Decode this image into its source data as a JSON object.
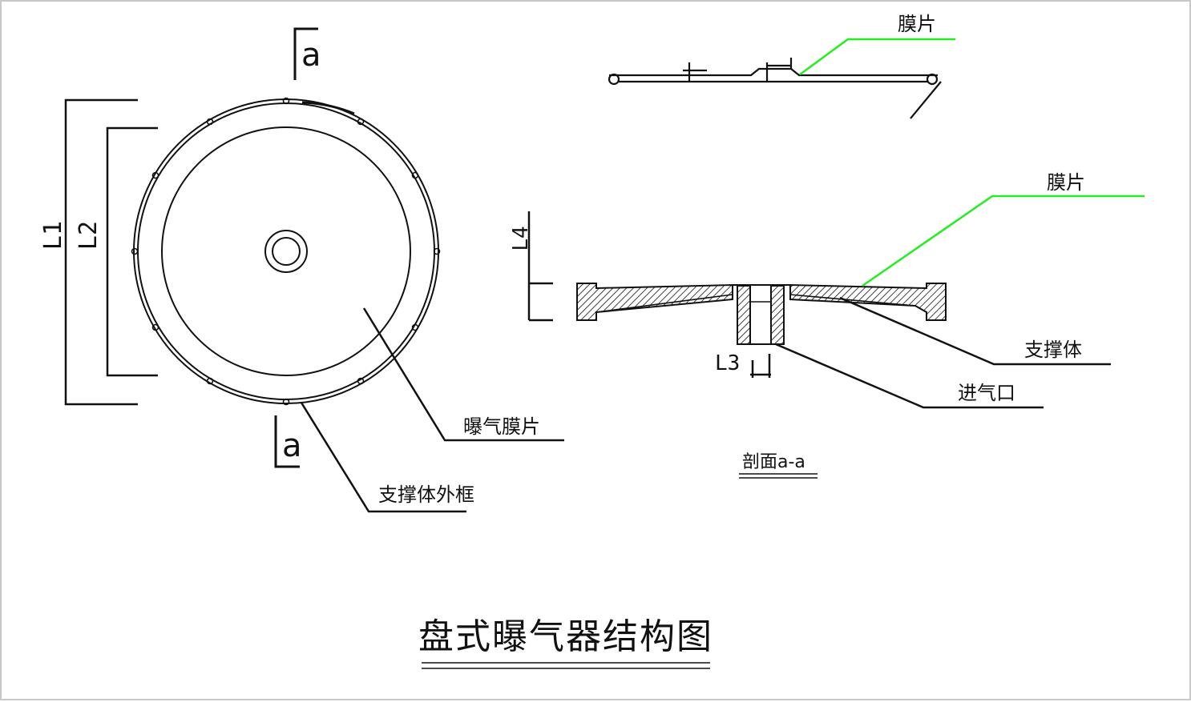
{
  "labels": {
    "section_mark_top": "a",
    "section_mark_bottom": "a",
    "dim_l1": "L1",
    "dim_l2": "L2",
    "dim_l3": "L3",
    "dim_l4": "L4",
    "aeration_membrane": "曝气膜片",
    "support_outer_frame": "支撑体外框",
    "membrane_top": "膜片",
    "membrane_section": "膜片",
    "support_body": "支撑体",
    "air_inlet": "进气口",
    "section_caption": "剖面a-a",
    "title": "盘式曝气器结构图"
  },
  "colors": {
    "line": "#111111",
    "leader_green": "#22ee22",
    "border": "#c8c8c8"
  }
}
